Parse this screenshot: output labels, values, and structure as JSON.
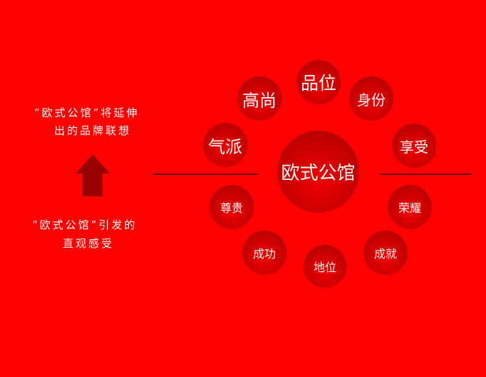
{
  "left_text": {
    "top_line1": "“欧式公馆”将延伸",
    "top_line2": "出的品牌联想",
    "bottom_line1": "“欧式公馆”引发的",
    "bottom_line2": "直观感受"
  },
  "center": "欧式公馆",
  "nodes": [
    "品位",
    "身份",
    "享受",
    "荣耀",
    "成就",
    "地位",
    "成功",
    "尊贵",
    "气派",
    "高尚"
  ],
  "colors": {
    "background": "#ff0000",
    "arrow": "#990000",
    "ball": "#c00000"
  }
}
